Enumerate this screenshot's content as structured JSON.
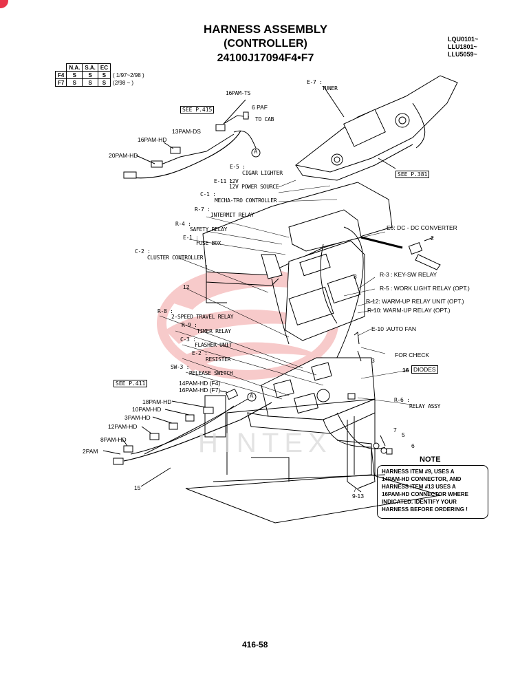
{
  "header": {
    "title": "HARNESS ASSEMBLY",
    "subtitle": "(CONTROLLER)",
    "part_number": "24100J17094F4•F7",
    "serials": [
      "LQU0101~",
      "LLU1801~",
      "LLU5059~"
    ]
  },
  "applicability": {
    "columns": [
      "N.A.",
      "S.A.",
      "EC"
    ],
    "rows": [
      {
        "model": "F4",
        "cells": [
          "S",
          "S",
          "S"
        ],
        "note": "( 1/97~2/98 )"
      },
      {
        "model": "F7",
        "cells": [
          "S",
          "S",
          "S"
        ],
        "note": "(2/98 ~      )"
      }
    ]
  },
  "labels": {
    "pam16ts": "16PAM-TS",
    "see415": "SEE P.415",
    "paf6": "6 PAF",
    "tocab": "TO CAB",
    "pam13ds": "13PAM-DS",
    "pam16hd": "16PAM-HD",
    "pam20hd": "20PAM-HD",
    "conA": "A",
    "e7": "E-7 :",
    "tuner": "TUNER",
    "see381": "SEE P.381",
    "e5": "E-5 :",
    "cigar": "CIGAR LIGHTER",
    "e11": "E-11 :",
    "v12": "12V",
    "v12ps": "12V POWER SOURCE",
    "c1": "C-1 :",
    "mecha": "MECHA-TRO CONTROLLER",
    "r7": "R-7 :",
    "intermit": "INTERMIT RELAY",
    "r4": "R-4 :",
    "safety": "SAFETY RELAY",
    "e1": "E-1 :",
    "fusebox": "FUSE BOX",
    "c2": "C-2 :",
    "cluster": "CLUSTER CONTROLLER",
    "e6": "E6: DC - DC CONVERTER",
    "item2": "2",
    "r3": "R-3 : KEY-SW RELAY",
    "r5": "R-5 : WORK LIGHT RELAY (OPT.)",
    "r12": "R-12: WARM-UP RELAY UNIT (OPT.)",
    "r10": "R-10: WARM-UP RELAY (OPT.)",
    "item12": "12",
    "item3a": "3",
    "e10": "E-10 :AUTO FAN",
    "r8": "R-8 :",
    "travel": "2-SPEED TRAVEL RELAY",
    "r9": "R-9 :",
    "timer": "TIMER RELAY",
    "c3": "C-3 :",
    "flasher": "FLASHER UNIT",
    "e2": "E-2 :",
    "resister": "RESISTER",
    "sw3": "SW-3 :",
    "release": "RELEASE SWITCH",
    "forcheck": "FOR CHECK",
    "item3b": "3",
    "item16": "16",
    "diodes": "DIODES",
    "see411": "SEE P.411",
    "pam14hd": "14PAM-HD (F4)",
    "pam16hdf7": "16PAM-HD (F7)",
    "conA2": "A",
    "r6": "R-6 :",
    "relayassy": "RELAY ASSY",
    "pam18hd": "18PAM-HD",
    "pam10hd": "10PAM-HD",
    "pam3hd": "3PAM-HD",
    "pam12hd": "12PAM-HD",
    "pam8hd": "8PAM-HD",
    "pam2": "2PAM",
    "item7": "7",
    "item5": "5",
    "item6": "6",
    "item15": "15",
    "item913": "9-13"
  },
  "note": {
    "title": "NOTE",
    "lines": [
      "HARNESS ITEM #9, USES A",
      "14PAM-HD CONNECTOR, AND",
      "HARNESS ITEM #13 USES A",
      "16PAM-HD CONNECTOR WHERE",
      "INDICATED. IDENTIFY YOUR",
      "HARNESS BEFORE ORDERING !"
    ]
  },
  "watermark": "HINTEX",
  "page_number": "416-58",
  "colors": {
    "watermark_red": "#f2a0a0",
    "corner_mark": "#e8354a"
  }
}
